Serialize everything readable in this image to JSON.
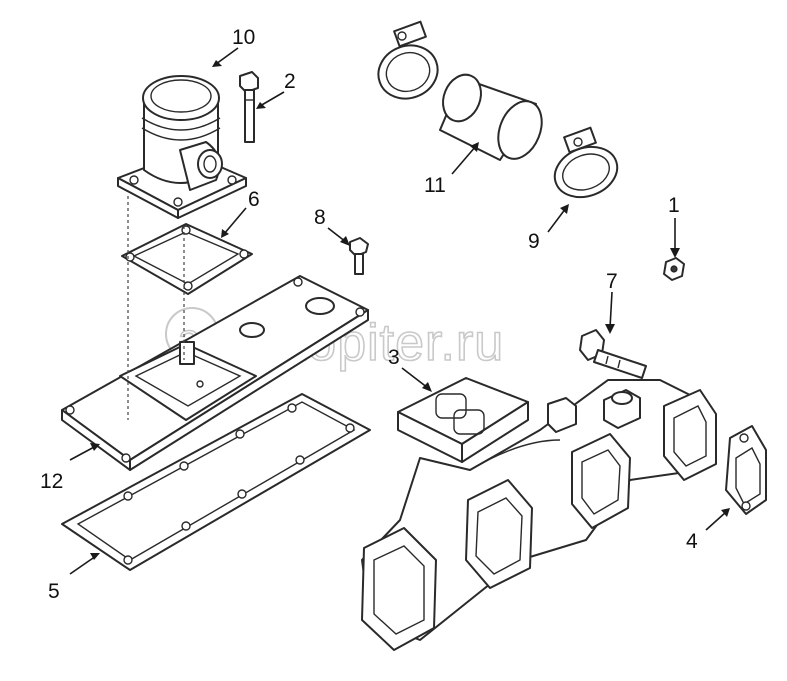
{
  "watermark": {
    "text": "autopiter.ru"
  },
  "callouts": [
    {
      "id": "1",
      "label": "1"
    },
    {
      "id": "2",
      "label": "2"
    },
    {
      "id": "3",
      "label": "3"
    },
    {
      "id": "4",
      "label": "4"
    },
    {
      "id": "5",
      "label": "5"
    },
    {
      "id": "6",
      "label": "6"
    },
    {
      "id": "7",
      "label": "7"
    },
    {
      "id": "8",
      "label": "8"
    },
    {
      "id": "9",
      "label": "9"
    },
    {
      "id": "10",
      "label": "10"
    },
    {
      "id": "11",
      "label": "11"
    },
    {
      "id": "12",
      "label": "12"
    }
  ],
  "colors": {
    "line": "#2a2a2a",
    "watermark": "#c9c9c9",
    "background": "#ffffff"
  }
}
